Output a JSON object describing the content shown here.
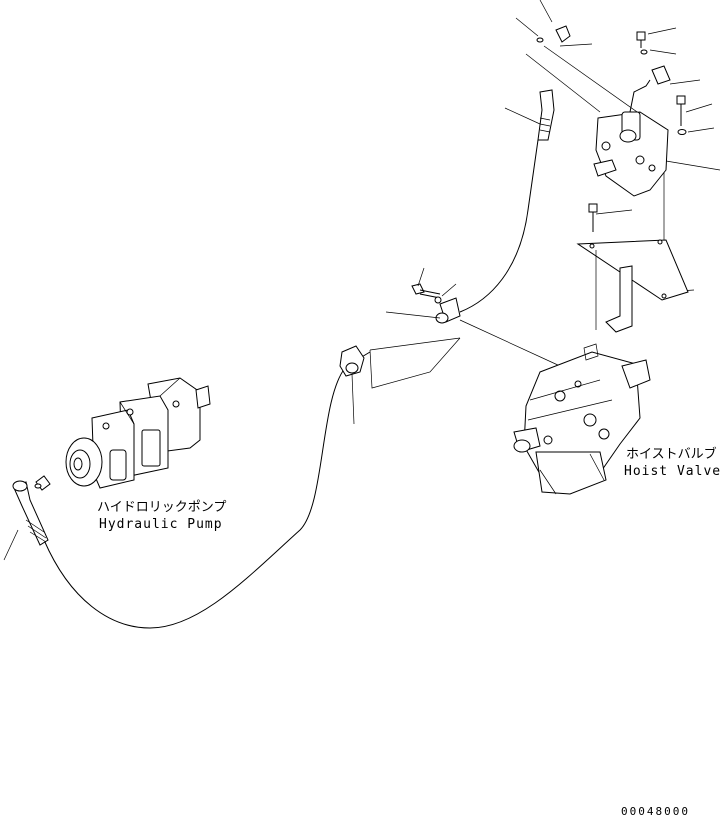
{
  "labels": {
    "pump_jp": "ハイドロリックポンプ",
    "pump_en": "Hydraulic Pump",
    "hoist_jp": "ホイストバルブ",
    "hoist_en": "Hoist Valve",
    "drawing_code": "00048000"
  },
  "icons": [
    "hydraulic-pump-icon",
    "hoist-valve-icon",
    "solenoid-valve-icon",
    "mounting-bracket-icon",
    "hose-icon",
    "clamp-icon",
    "bolt-icon",
    "washer-icon"
  ]
}
